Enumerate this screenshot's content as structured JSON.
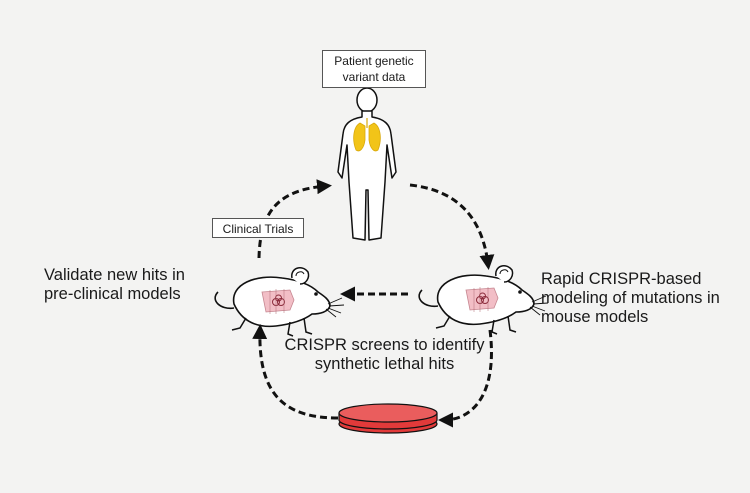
{
  "labels": {
    "patient_box": "Patient genetic variant data",
    "clinical_trials_box": "Clinical Trials",
    "validate": "Validate new hits in pre-clinical models",
    "rapid": "Rapid CRISPR-based modeling of mutations in mouse models",
    "crispr_screens": "CRISPR screens to identify synthetic lethal hits"
  },
  "colors": {
    "background": "#f3f3f2",
    "lung": "#f2c418",
    "tumor_tissue": "#f1b8c0",
    "petri_red": "#e23a3a",
    "arrow": "#111111"
  },
  "icons": [
    "human-figure-icon",
    "mouse-icon",
    "petri-dish-icon",
    "arrow-icon"
  ]
}
